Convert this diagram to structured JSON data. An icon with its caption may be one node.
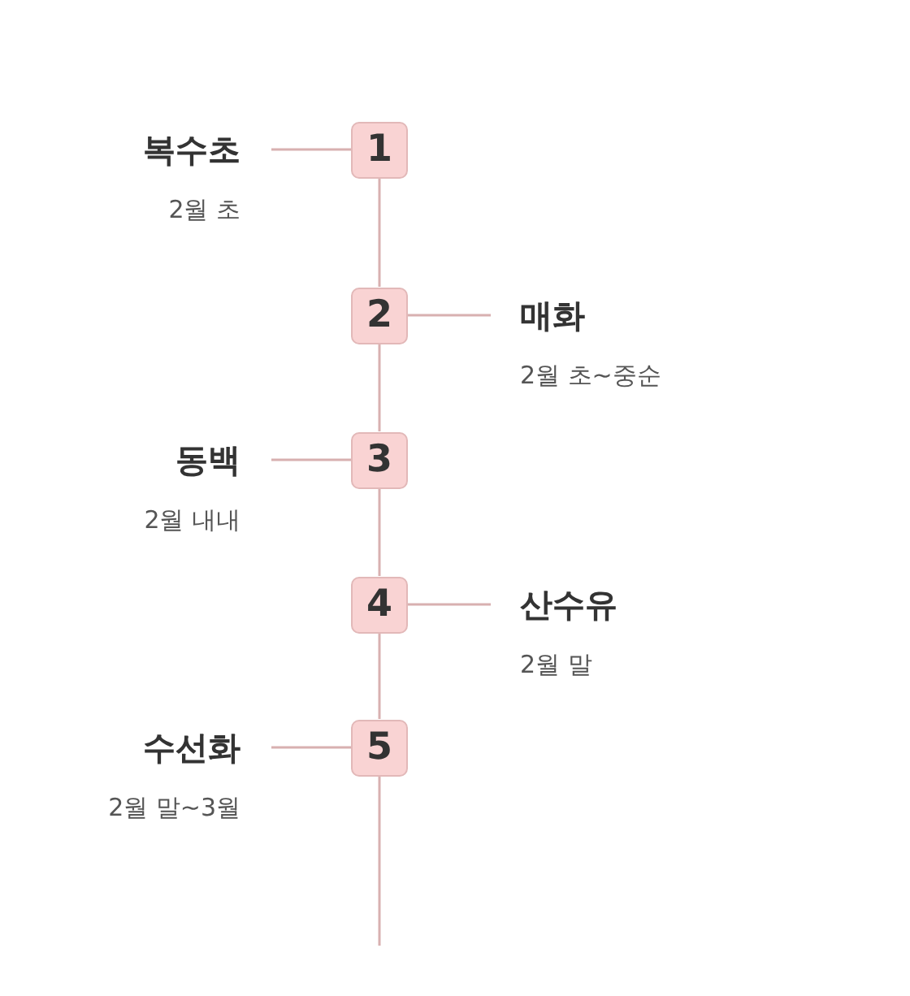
{
  "diagram": {
    "nodes": [
      {
        "text": [
          "복수초"
        ],
        "beside": [
          "2월 초"
        ]
      },
      {
        "text": [
          "1"
        ]
      },
      {
        "text": [
          "2"
        ]
      },
      {
        "text": [
          "매화"
        ],
        "beside": [
          "2월 초~중순"
        ]
      },
      {
        "text": [
          "동백"
        ],
        "beside": [
          "2월 내내"
        ]
      },
      {
        "text": [
          "3"
        ]
      },
      {
        "text": [
          "4"
        ]
      },
      {
        "text": [
          "산수유"
        ],
        "beside": [
          "2월 말"
        ]
      },
      {
        "text": [
          "수선화"
        ],
        "beside": [
          "2월 말~3월"
        ]
      },
      {
        "text": [
          "5"
        ]
      }
    ],
    "edges": [
      {
        "from": 0,
        "to": 1,
        "arrow": "none"
      },
      {
        "from": 1,
        "to": 2,
        "arrow": "none"
      },
      {
        "from": 2,
        "to": 3,
        "arrow": "none"
      },
      {
        "from": 2,
        "to": 5,
        "arrow": "none"
      },
      {
        "from": 4,
        "to": 5,
        "arrow": "none"
      },
      {
        "from": 5,
        "to": 6,
        "arrow": "none"
      },
      {
        "from": 6,
        "to": 7,
        "arrow": "none"
      },
      {
        "from": 6,
        "to": 9,
        "arrow": "none"
      },
      {
        "from": 8,
        "to": 9,
        "arrow": "none"
      },
      {
        "from": 9,
        "to": null,
        "arrow": "none"
      }
    ]
  }
}
